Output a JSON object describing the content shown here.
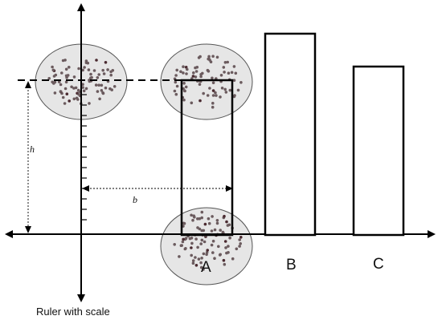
{
  "diagram": {
    "rectangle_labels": [
      "A",
      "B",
      "C"
    ],
    "height_label": "h",
    "base_label": "b",
    "ruler_caption": "Ruler with scale"
  },
  "colors": {
    "ellipse_fill": "#e6e6e6",
    "ellipse_stroke": "#555555",
    "dot": "#6b5b5e",
    "dot_dark": "#4a2a30",
    "line": "#000000"
  }
}
